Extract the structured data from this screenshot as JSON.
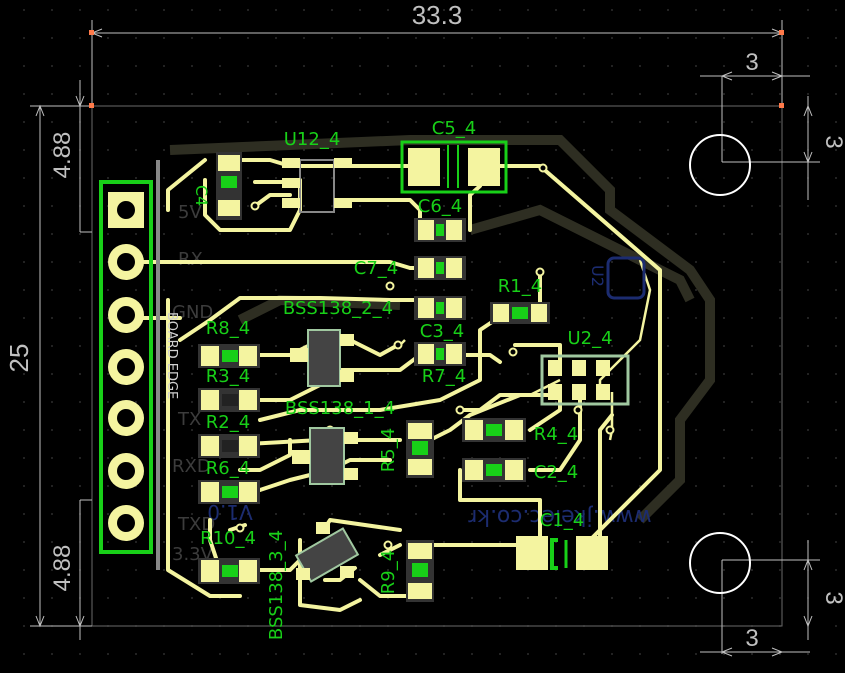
{
  "colors": {
    "background": "#000000",
    "grid": "#3a3a3a",
    "dimension": "#c0c0c0",
    "track": "#f4f4a0",
    "silkscreen": "#18d018",
    "pad_outline": "#a0c8a0",
    "bottom_layer": "#3a3a2a",
    "board_edge": "#c0c0c0",
    "mount_hole": "#ffffff",
    "bottom_text": "#1c2c70"
  },
  "dimensions": {
    "width": "33.3",
    "height": "25",
    "top_margin": "4.88",
    "bottom_margin": "4.88",
    "hole_offset_top_x": "3",
    "hole_offset_top_y": "3",
    "hole_offset_bottom_x": "3",
    "hole_offset_bottom_y": "3"
  },
  "labels": {
    "board_edge": "BOARD EDGE",
    "u12": "U12_4",
    "c5": "C5_4",
    "c4": "C4",
    "c6": "C6_4",
    "c7": "C7_4",
    "bss2": "BSS138_2_4",
    "r1": "R1_4",
    "r8": "R8_4",
    "c3": "C3_4",
    "u2": "U2_4",
    "r3": "R3_4",
    "r7": "R7_4",
    "bss1": "BSS138_1_4",
    "r2": "R2_4",
    "r5": "R5_4",
    "r4": "R4_4",
    "r6": "R6_4",
    "c2": "C2_4",
    "c1": "C1_4",
    "r10": "R10_4",
    "bss3": "BSS138_3_4",
    "r9": "R9_4"
  },
  "bottom_layer_text": {
    "url": "www.jkelec.co.kr",
    "version": "V1.0",
    "u2_mirror": "U2",
    "connector_pins": [
      "5V",
      "RX",
      "GND",
      "TX",
      "RXD",
      "TXD",
      "3.3V"
    ]
  }
}
